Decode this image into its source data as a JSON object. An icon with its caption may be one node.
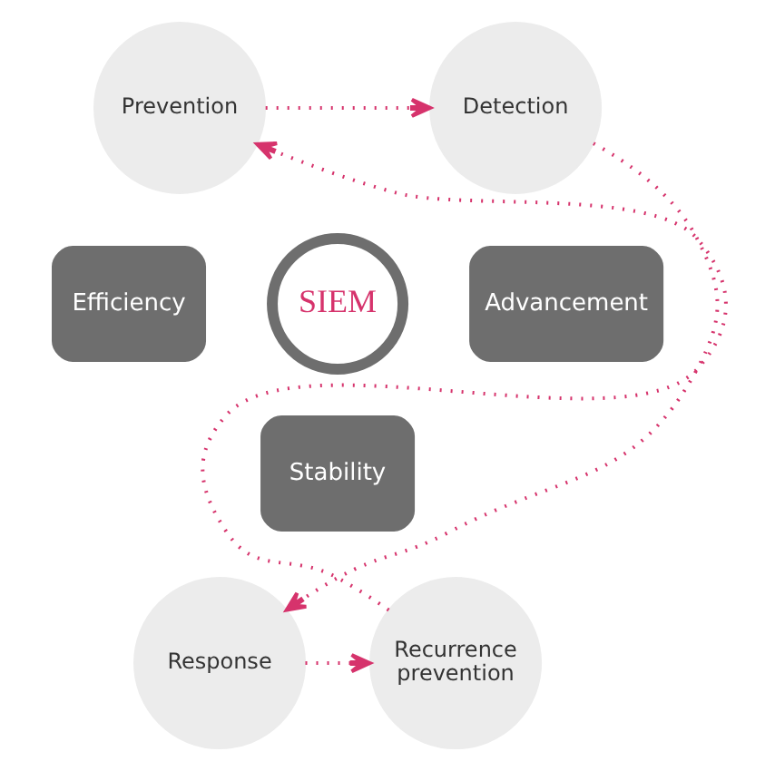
{
  "diagram": {
    "nodes": [
      {
        "text": [
          "Prevention"
        ]
      },
      {
        "text": [
          "Detection"
        ]
      },
      {
        "text": [
          "Efficiency"
        ]
      },
      {
        "text": [
          "Advancement"
        ]
      },
      {
        "text": [
          "SIEM"
        ]
      },
      {
        "text": [
          "Stability"
        ]
      },
      {
        "text": [
          "Recurrence prevention"
        ]
      },
      {
        "text": [
          "Response"
        ]
      }
    ],
    "edges": [
      {
        "from": 0,
        "to": 1,
        "arrow": "to",
        "style": "dashed"
      },
      {
        "from": 1,
        "to": 7,
        "arrow": "to",
        "style": "dashed"
      },
      {
        "from": 7,
        "to": 6,
        "arrow": "to",
        "style": "dashed"
      },
      {
        "from": 6,
        "to": 0,
        "arrow": "to",
        "style": "dashed"
      }
    ]
  }
}
